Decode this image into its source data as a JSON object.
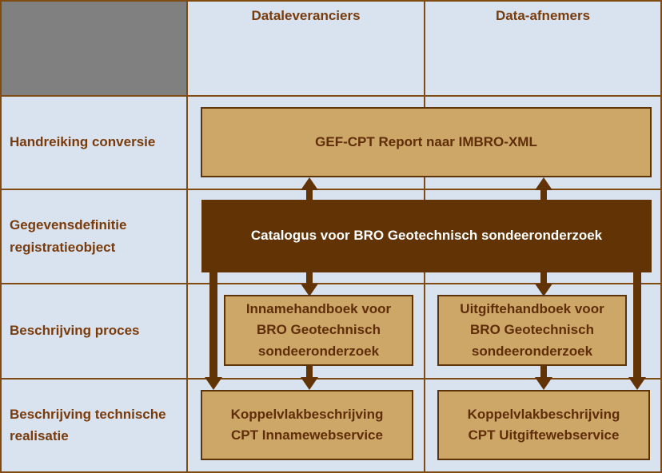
{
  "colors": {
    "background": "#d9e3f0",
    "grid_line": "#7f4b10",
    "corner_cell_gray": "#808080",
    "document_box_fill": "#cda768",
    "document_box_border": "#5d3408",
    "catalog_and_arrow_brown": "#613305",
    "heading_text": "#7a3b0b",
    "box_text": "#5f2e08",
    "catalog_text": "#ffffff"
  },
  "matrix": {
    "column_headers": [
      "Dataleveranciers",
      "Data-afnemers"
    ],
    "row_headers": [
      "Handreiking conversie",
      "Gegevensdefinitie\nregistratieobject",
      "Beschrijving proces",
      "Beschrijving technische\nrealisatie"
    ]
  },
  "boxes": {
    "gef_cpt": "GEF-CPT Report naar IMBRO-XML",
    "catalogus": "Catalogus voor BRO Geotechnisch sondeeronderzoek",
    "innamehandboek": "Innamehandboek voor\nBRO Geotechnisch\nsondeeronderzoek",
    "uitgiftehandboek": "Uitgiftehandboek voor\nBRO Geotechnisch\nsondeeronderzoek",
    "koppelvlak_inname": "Koppelvlakbeschrijving\nCPT Innamewebservice",
    "koppelvlak_uitgifte": "Koppelvlakbeschrijving\nCPT Uitgiftewebservice"
  },
  "connections": [
    {
      "from": "catalogus",
      "to": "gef_cpt",
      "column": "dataleveranciers",
      "direction": "up"
    },
    {
      "from": "catalogus",
      "to": "gef_cpt",
      "column": "data-afnemers",
      "direction": "up"
    },
    {
      "from": "catalogus",
      "to": "innamehandboek",
      "direction": "down"
    },
    {
      "from": "catalogus",
      "to": "uitgiftehandboek",
      "direction": "down"
    },
    {
      "from": "innamehandboek",
      "to": "koppelvlak_inname",
      "direction": "down"
    },
    {
      "from": "uitgiftehandboek",
      "to": "koppelvlak_uitgifte",
      "direction": "down"
    },
    {
      "from": "catalogus",
      "to": "koppelvlak_inname",
      "direction": "down",
      "route": "outer-left"
    },
    {
      "from": "catalogus",
      "to": "koppelvlak_uitgifte",
      "direction": "down",
      "route": "outer-right"
    }
  ]
}
